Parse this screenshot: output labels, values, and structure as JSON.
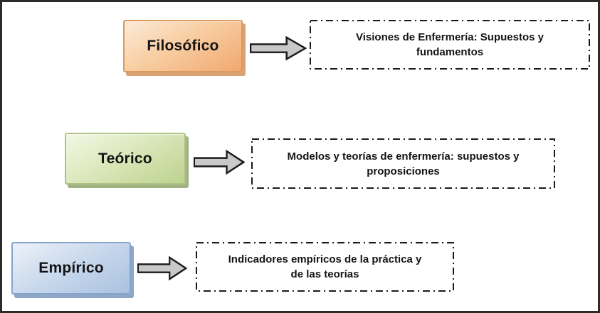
{
  "figure": {
    "background_color": "#ffffff",
    "frame_color": "#2b2b2b",
    "arrow": {
      "fill": "#c9c9c9",
      "stroke": "#1a1a1a"
    },
    "dashed_border_color": "#1a1a1a",
    "rows": [
      {
        "level_label": "Filosófico",
        "level_colors": {
          "fill_top": "#fcebd8",
          "fill_bottom": "#f1a871",
          "border": "#da9a60",
          "shadow": "#d8a273"
        },
        "target_lines": [
          "Visiones de Enfermería: Supuestos y",
          "fundamentos"
        ]
      },
      {
        "level_label": "Teórico",
        "level_colors": {
          "fill_top": "#f3f7e6",
          "fill_bottom": "#bdd28f",
          "border": "#aec382",
          "shadow": "#9fb284"
        },
        "target_lines": [
          "Modelos y teorías de enfermería: supuestos y",
          "proposiciones"
        ]
      },
      {
        "level_label": "Empírico",
        "level_colors": {
          "fill_top": "#edf2f9",
          "fill_bottom": "#a9c1e0",
          "border": "#84a4cb",
          "shadow": "#8fa6c6"
        },
        "target_lines": [
          "Indicadores empíricos de la práctica y",
          "de las teorías"
        ]
      }
    ]
  }
}
